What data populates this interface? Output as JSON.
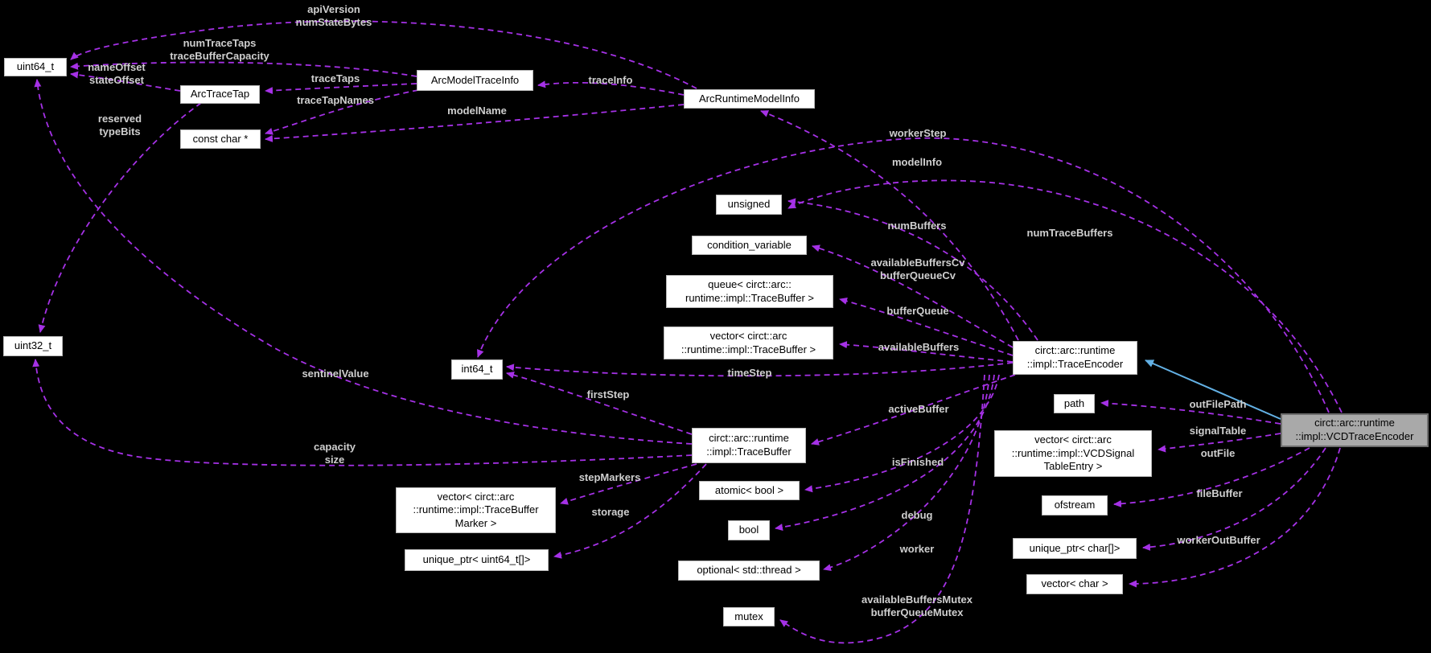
{
  "diagram": {
    "title": "Doxygen collaboration graph for circt::arc::runtime::impl::VCDTraceEncoder",
    "background_color": "#000000",
    "node_fill": "#ffffff",
    "node_border": "#b8b8b8",
    "highlight_node_fill": "#a9a9a9",
    "edge_color": "#a531e6",
    "inheritance_edge_color": "#63b1e5",
    "edge_label_color": "#cfcfcf"
  },
  "nodes": {
    "uint64": {
      "label": "uint64_t"
    },
    "arctracetap": {
      "label": "ArcTraceTap"
    },
    "constchar": {
      "label": "const char *"
    },
    "arcmodeltraceinfo": {
      "label": "ArcModelTraceInfo"
    },
    "arcruntimemodelinfo": {
      "label": "ArcRuntimeModelInfo"
    },
    "unsigned": {
      "label": "unsigned"
    },
    "condvar": {
      "label": "condition_variable"
    },
    "queue": {
      "label": "queue< circt::arc::\nruntime::impl::TraceBuffer >"
    },
    "vectortracebuffer": {
      "label": "vector< circt::arc\n::runtime::impl::TraceBuffer >"
    },
    "int64": {
      "label": "int64_t"
    },
    "tracebuffer": {
      "label": "circt::arc::runtime\n::impl::TraceBuffer"
    },
    "traceencoder": {
      "label": "circt::arc::runtime\n::impl::TraceEncoder"
    },
    "path": {
      "label": "path"
    },
    "vectorvcdsignal": {
      "label": "vector< circt::arc\n::runtime::impl::VCDSignal\nTableEntry >"
    },
    "vcdtraceencoder": {
      "label": "circt::arc::runtime\n::impl::VCDTraceEncoder"
    },
    "atomicbool": {
      "label": "atomic< bool >"
    },
    "bool": {
      "label": "bool"
    },
    "optionalthread": {
      "label": "optional< std::thread >"
    },
    "mutex": {
      "label": "mutex"
    },
    "ofstream": {
      "label": "ofstream"
    },
    "uniqueptrchar": {
      "label": "unique_ptr< char[]>"
    },
    "vectorchar": {
      "label": "vector< char >"
    },
    "vectormarker": {
      "label": "vector< circt::arc\n::runtime::impl::TraceBuffer\nMarker >"
    },
    "uniqueptruint64": {
      "label": "unique_ptr< uint64_t[]>"
    },
    "uint32": {
      "label": "uint32_t"
    }
  },
  "edge_labels": {
    "apiversion": {
      "label": "apiVersion\nnumStateBytes"
    },
    "numtracetaps": {
      "label": "numTraceTaps\ntraceBufferCapacity"
    },
    "nameoffset": {
      "label": "nameOffset\nstateOffset"
    },
    "tracetaps": {
      "label": "traceTaps"
    },
    "tracetapnames": {
      "label": "traceTapNames"
    },
    "modelname": {
      "label": "modelName"
    },
    "traceinfo": {
      "label": "traceInfo"
    },
    "reserved": {
      "label": "reserved\ntypeBits"
    },
    "workerstep": {
      "label": "workerStep"
    },
    "modelinfo": {
      "label": "modelInfo"
    },
    "numbuffers": {
      "label": "numBuffers"
    },
    "numtracebuffers": {
      "label": "numTraceBuffers"
    },
    "availablebufferscv": {
      "label": "availableBuffersCv\nbufferQueueCv"
    },
    "bufferqueue": {
      "label": "bufferQueue"
    },
    "availablebuffers": {
      "label": "availableBuffers"
    },
    "timestep": {
      "label": "timeStep"
    },
    "firststep": {
      "label": "firstStep"
    },
    "sentinelvalue": {
      "label": "sentinelValue"
    },
    "activebuffer": {
      "label": "activeBuffer"
    },
    "isfinished": {
      "label": "isFinished"
    },
    "debug": {
      "label": "debug"
    },
    "worker": {
      "label": "worker"
    },
    "mutexes": {
      "label": "availableBuffersMutex\nbufferQueueMutex"
    },
    "capacity": {
      "label": "capacity\nsize"
    },
    "stepmarkers": {
      "label": "stepMarkers"
    },
    "storage": {
      "label": "storage"
    },
    "outfilepath": {
      "label": "outFilePath"
    },
    "signaltable": {
      "label": "signalTable"
    },
    "outfile": {
      "label": "outFile"
    },
    "filebuffer": {
      "label": "fileBuffer"
    },
    "workeroutbuffer": {
      "label": "workerOutBuffer"
    }
  }
}
